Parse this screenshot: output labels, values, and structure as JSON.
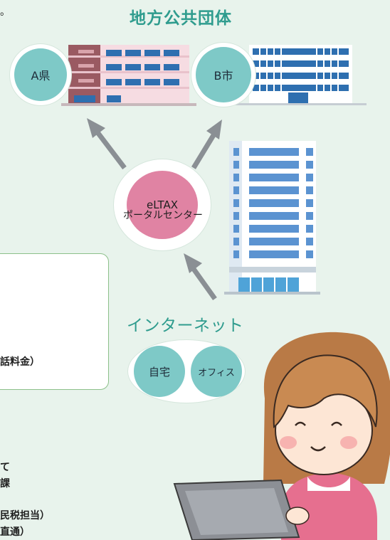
{
  "title": "地方公共団体",
  "top_left_fragment": "。",
  "nodes": {
    "a_pref": "A県",
    "b_city": "B市",
    "portal_line1": "eLTAX",
    "portal_line2": "ポータルセンター",
    "internet": "インターネット",
    "home": "自宅",
    "office": "オフィス"
  },
  "info_box": {
    "partial_line": "話料金）"
  },
  "bottom_left_partial": {
    "line1": "て",
    "line2": "課",
    "line3": "民税担当）",
    "line4": "直通）"
  },
  "colors": {
    "background": "#e8f3ec",
    "teal_circle": "#7ec9c7",
    "pink_circle": "#e083a3",
    "title_color": "#2f9c8e",
    "arrow": "#8a8f94"
  }
}
